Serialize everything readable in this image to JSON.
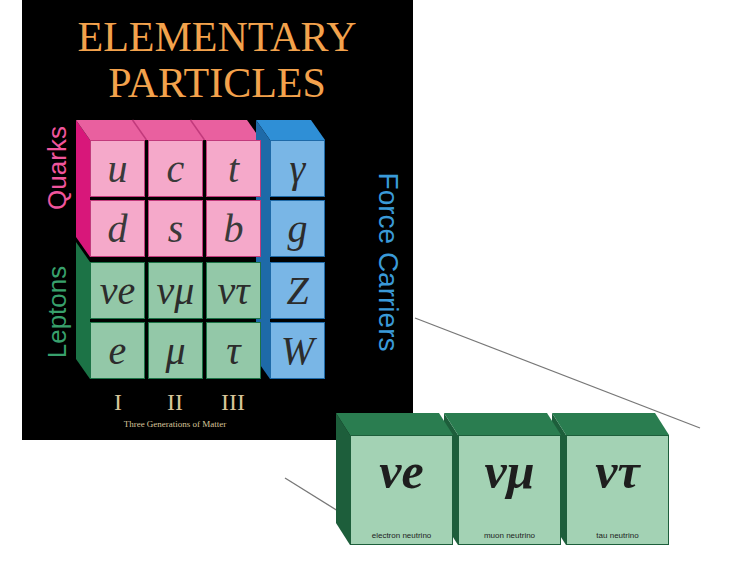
{
  "diagram": {
    "title": "ELEMENTARY PARTICLES",
    "nodes": [
      {
        "text": [
          "u"
        ]
      },
      {
        "text": [
          "c"
        ]
      },
      {
        "text": [
          "t"
        ]
      },
      {
        "text": [
          "γ"
        ]
      },
      {
        "text": [
          "d"
        ]
      },
      {
        "text": [
          "s"
        ]
      },
      {
        "text": [
          "b"
        ]
      },
      {
        "text": [
          "g"
        ]
      },
      {
        "text": [
          "νe"
        ]
      },
      {
        "text": [
          "νμ"
        ]
      },
      {
        "text": [
          "ντ"
        ]
      },
      {
        "text": [
          "Z"
        ]
      },
      {
        "text": [
          "e"
        ]
      },
      {
        "text": [
          "μ"
        ]
      },
      {
        "text": [
          "τ"
        ]
      },
      {
        "text": [
          "W"
        ]
      },
      {
        "text": [
          "νe",
          "electron neutrino"
        ]
      },
      {
        "text": [
          "νμ",
          "muon neutrino"
        ]
      },
      {
        "text": [
          "ντ",
          "tau neutrino"
        ]
      }
    ],
    "labels": [
      "Quarks",
      "Leptons",
      "Force Carriers",
      "I",
      "II",
      "III",
      "Three Generations of Matter"
    ]
  }
}
